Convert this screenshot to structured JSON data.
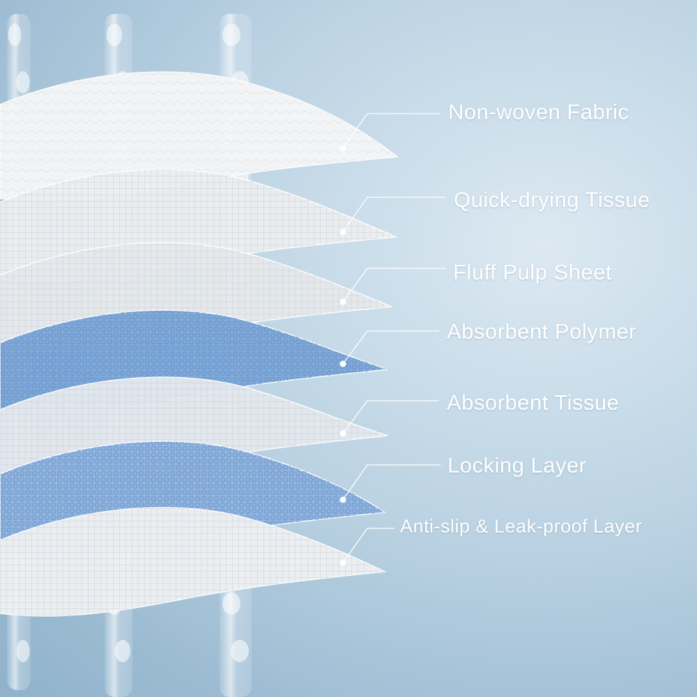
{
  "layers": [
    {
      "label": "Non-woven Fabric",
      "color": "#f4f5f6"
    },
    {
      "label": "Quick-drying Tissue",
      "color": "#eceef0"
    },
    {
      "label": "Fluff Pulp Sheet",
      "color": "#e6e9ec"
    },
    {
      "label": "Absorbent Polymer",
      "color": "#7ea8d8"
    },
    {
      "label": "Absorbent Tissue",
      "color": "#e3e8ee"
    },
    {
      "label": "Locking Layer",
      "color": "#8fb3de"
    },
    {
      "label": "Anti-slip & Leak-proof Layer",
      "color": "#eef0f2"
    }
  ],
  "colors": {
    "background": "#b7cfe0",
    "leader_line": "#ffffff",
    "water": "#ffffff"
  }
}
